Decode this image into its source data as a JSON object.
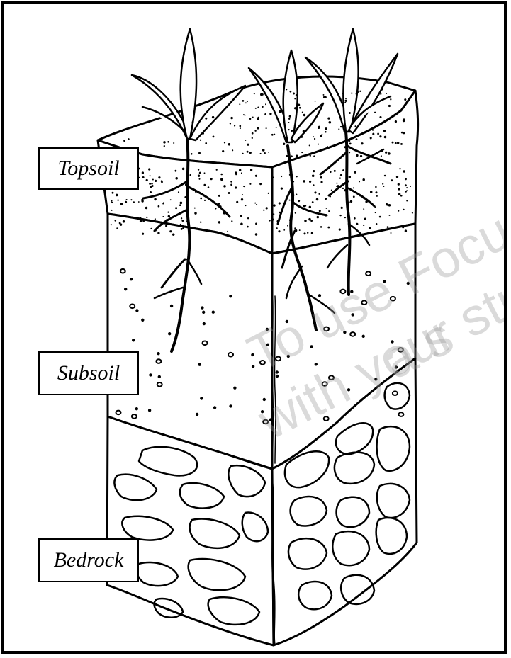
{
  "layers": [
    {
      "id": "topsoil",
      "label": "Topsoil"
    },
    {
      "id": "subsoil",
      "label": "Subsoil"
    },
    {
      "id": "bedrock",
      "label": "Bedrock"
    }
  ],
  "watermark": {
    "line1": "To use FocusC",
    "line2": "with your stud",
    "line3": "a s"
  },
  "colors": {
    "ink": "#000000",
    "paper": "#ffffff",
    "watermark": "#969696"
  }
}
